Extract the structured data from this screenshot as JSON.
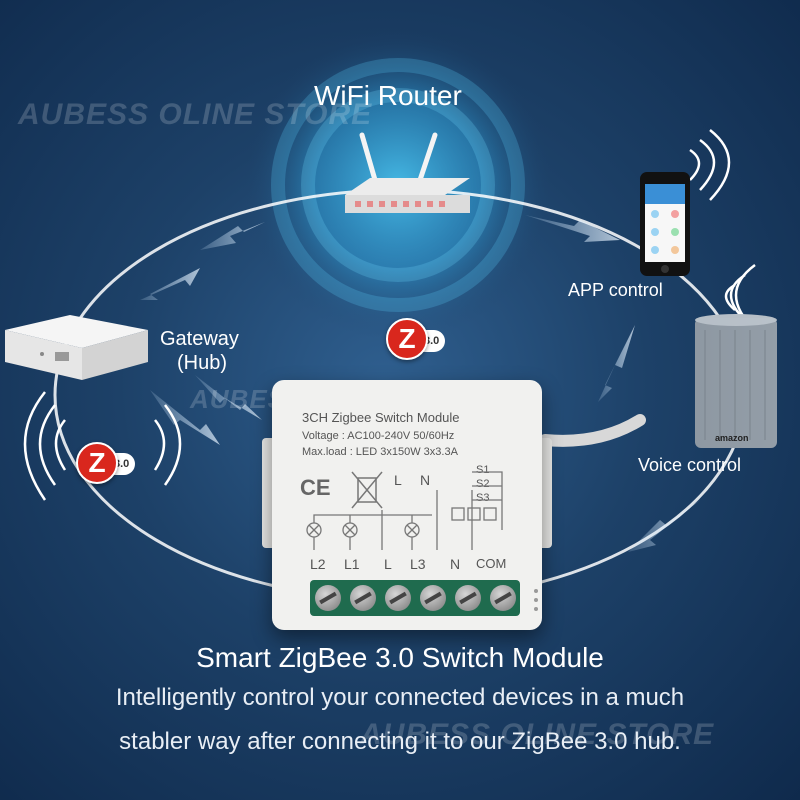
{
  "watermark": "AUBESS OLINE STORE",
  "labels": {
    "router": "WiFi Router",
    "app": "APP control",
    "gateway_line1": "Gateway",
    "gateway_line2": "(Hub)",
    "voice": "Voice control"
  },
  "zigbee_badge": {
    "letter": "Z",
    "version": "3.0"
  },
  "module": {
    "title": "3CH Zigbee Switch Module",
    "voltage": "Voltage : AC100-240V 50/60Hz",
    "max_load": "Max.load : LED 3x150W 3x3.3A",
    "ce_mark": "CE",
    "diagram_L": "L",
    "diagram_N": "N",
    "diagram_S1": "S1",
    "diagram_S2": "S2",
    "diagram_S3": "S3",
    "terminals": [
      "L2",
      "L1",
      "L",
      "L3",
      "N",
      "COM"
    ]
  },
  "speaker_brand": "amazon",
  "headline": "Smart ZigBee 3.0 Switch Module",
  "description_line1": "Intelligently control your connected devices in a much",
  "description_line2": "stabler way after connecting it to our ZigBee 3.0 hub.",
  "colors": {
    "background": "#1d4168",
    "zigbee_red": "#d9271d",
    "terminal_green": "#1f6b4e",
    "wifi_glow": "#2fa3d9"
  }
}
